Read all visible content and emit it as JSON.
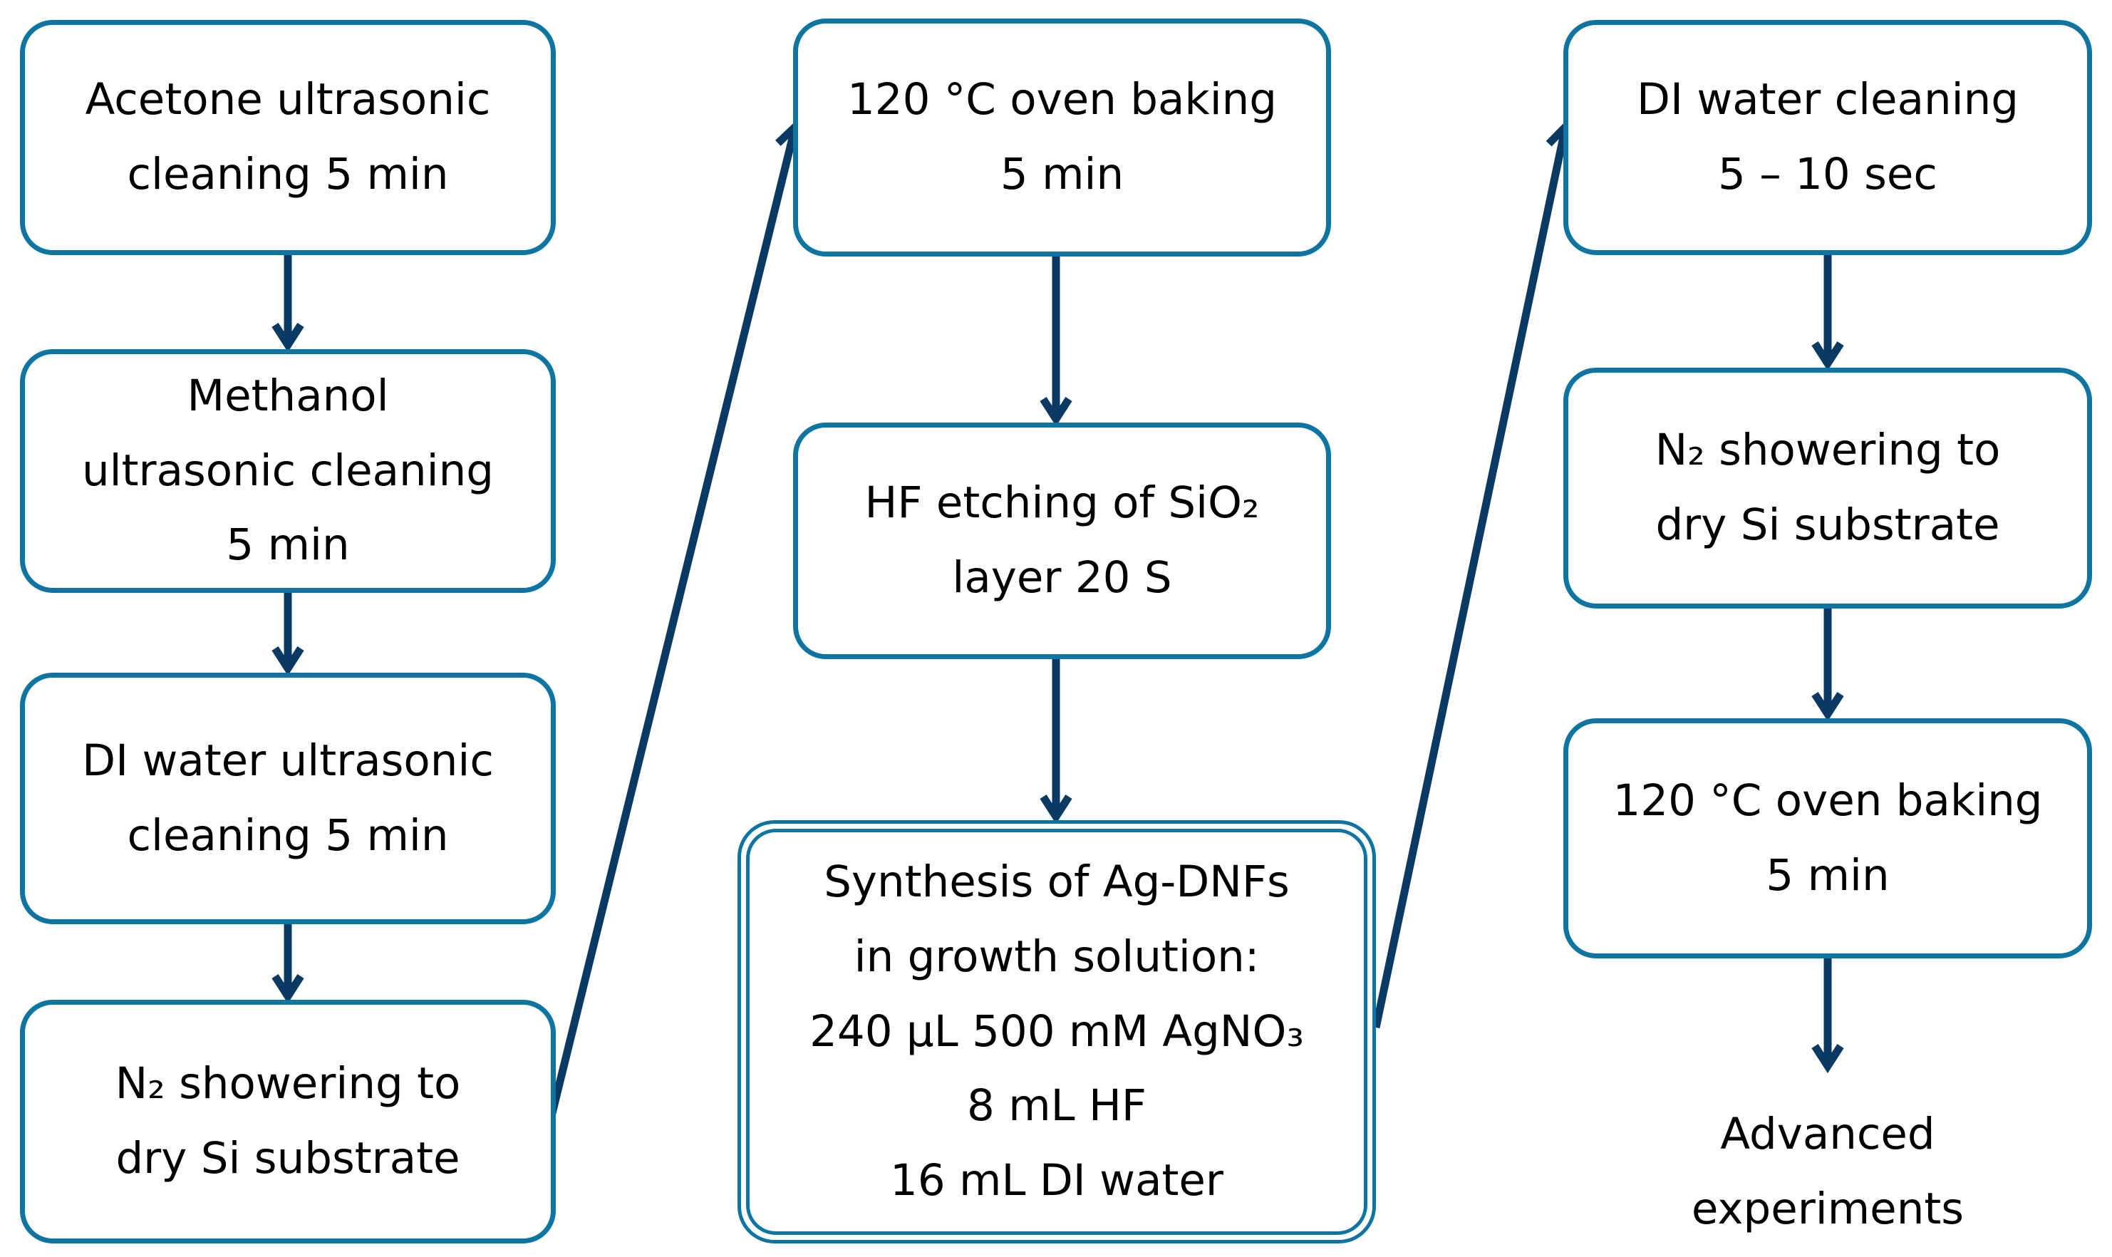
{
  "colors": {
    "box_border": "#0E75A3",
    "arrow": "#0A3A63",
    "text": "#000000",
    "background": "#FFFFFF"
  },
  "nodes": {
    "acetone": {
      "lines": [
        "Acetone ultrasonic",
        "cleaning 5 min"
      ]
    },
    "methanol": {
      "lines": [
        "Methanol",
        "ultrasonic cleaning",
        "5 min"
      ]
    },
    "di_water_ultrasonic": {
      "lines": [
        "DI water ultrasonic",
        "cleaning 5 min"
      ]
    },
    "n2_shower_left": {
      "lines": [
        "N₂ showering to",
        "dry Si substrate"
      ]
    },
    "oven_baking_mid": {
      "lines": [
        "120 °C oven baking",
        "5 min"
      ]
    },
    "hf_etching": {
      "lines": [
        "HF etching of SiO₂",
        "layer 20 S"
      ]
    },
    "synthesis": {
      "lines": [
        "Synthesis of Ag-DNFs",
        "in growth solution:",
        "240 μL 500 mM AgNO₃",
        "8 mL HF",
        "16 mL DI water"
      ]
    },
    "di_water_cleaning": {
      "lines": [
        "DI water cleaning",
        "5 – 10 sec"
      ]
    },
    "n2_shower_right": {
      "lines": [
        "N₂ showering to",
        "dry Si substrate"
      ]
    },
    "oven_baking_right": {
      "lines": [
        "120 °C oven baking",
        "5 min"
      ]
    },
    "advanced_experiments": {
      "lines": [
        "Advanced",
        "experiments"
      ]
    }
  },
  "edges": [
    {
      "from": "acetone",
      "to": "methanol",
      "style": "down"
    },
    {
      "from": "methanol",
      "to": "di_water_ultrasonic",
      "style": "down"
    },
    {
      "from": "di_water_ultrasonic",
      "to": "n2_shower_left",
      "style": "down"
    },
    {
      "from": "n2_shower_left",
      "to": "oven_baking_mid",
      "style": "diagonal-up"
    },
    {
      "from": "oven_baking_mid",
      "to": "hf_etching",
      "style": "down"
    },
    {
      "from": "hf_etching",
      "to": "synthesis",
      "style": "down"
    },
    {
      "from": "synthesis",
      "to": "di_water_cleaning",
      "style": "diagonal-up"
    },
    {
      "from": "di_water_cleaning",
      "to": "n2_shower_right",
      "style": "down"
    },
    {
      "from": "n2_shower_right",
      "to": "oven_baking_right",
      "style": "down"
    },
    {
      "from": "oven_baking_right",
      "to": "advanced_experiments",
      "style": "down"
    }
  ]
}
